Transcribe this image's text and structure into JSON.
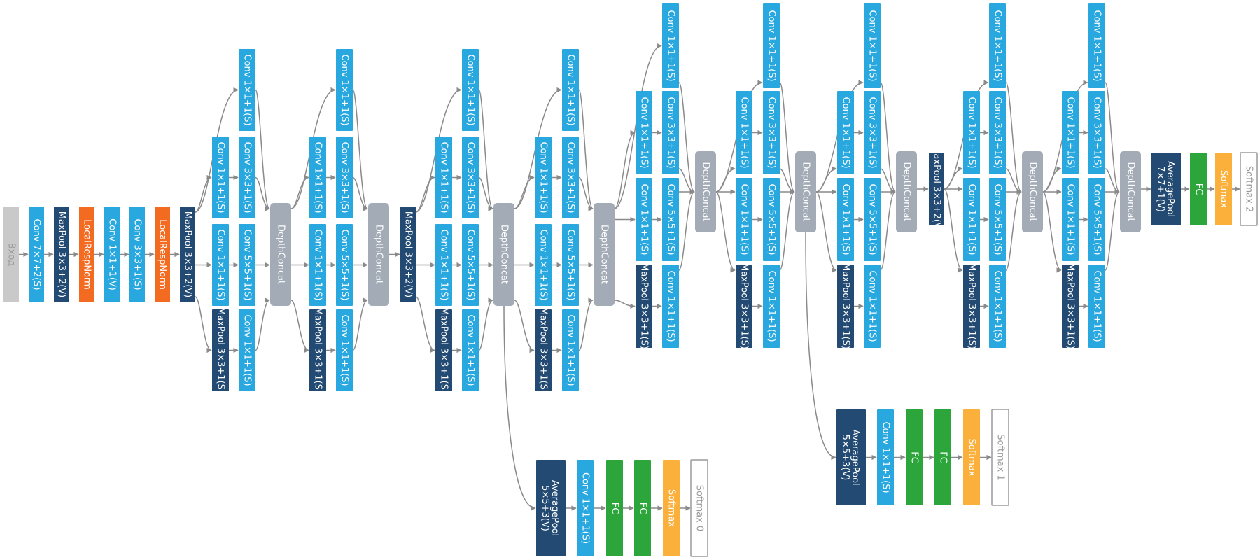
{
  "diagram": {
    "title": "",
    "colors": {
      "input": "#c9c9c9",
      "conv": "#29a8e0",
      "pool": "#234a73",
      "norm": "#f36a21",
      "concat": "#a3acb6",
      "fc": "#2ca63b",
      "softmax": "#fbb03b",
      "output_border": "#9a9a9a",
      "edge": "#8a8a8a"
    },
    "labels": {
      "input": "Вход",
      "conv7": "Conv 7×7+2(S)",
      "maxpool3v": "MaxPool 3×3+2(V)",
      "maxpool3s": "MaxPool 3×3+1(S)",
      "lrn": "LocalRespNorm",
      "conv1": "Conv 1×1+1(S)",
      "conv1v": "Conv 1×1+1(V)",
      "conv3": "Conv 3×3+1(S)",
      "conv5": "Conv 5×5+1(S)",
      "concat": "DepthConcat",
      "avgpool5": "AveragePool 5×5+3(V)",
      "avgpool7": "AveragePool 7×7+1(V)",
      "fc": "FC",
      "softmax": "Softmax",
      "softmax0": "Softmax 0",
      "softmax1": "Softmax 1",
      "softmax2": "Softmax 2"
    }
  }
}
